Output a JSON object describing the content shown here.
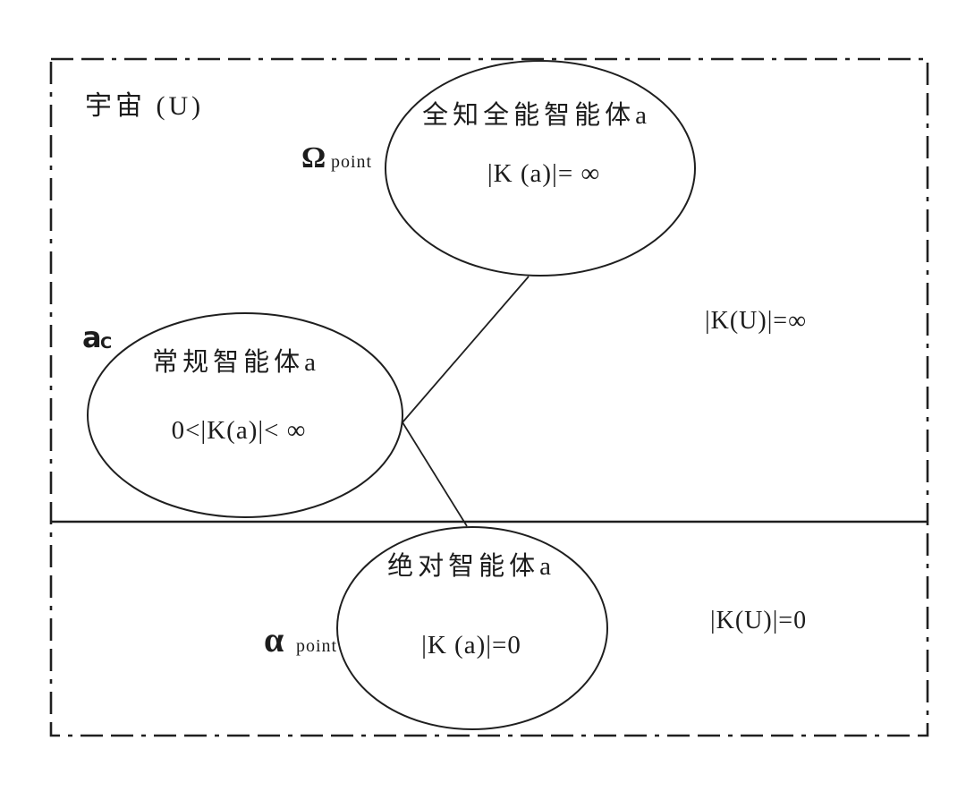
{
  "diagram": {
    "universe_label": "宇宙 (U)",
    "upper_region_formula": "|K(U)|=∞",
    "lower_region_formula": "|K(U)|=0",
    "omega_point": {
      "symbol": "Ω",
      "suffix": "point"
    },
    "alpha_point": {
      "symbol": "α",
      "suffix": "point"
    },
    "conventional_point": {
      "symbol": "a",
      "suffix": "C"
    },
    "nodes": {
      "omnipotent": {
        "title": "全知全能智能体a",
        "formula": "|K (a)|= ∞"
      },
      "conventional": {
        "title": "常规智能体a",
        "formula": "0<|K(a)|< ∞"
      },
      "absolute": {
        "title": "绝对智能体a",
        "formula": "|K (a)|=0"
      }
    },
    "colors": {
      "ink": "#1f1f1f",
      "background": "#ffffff"
    }
  }
}
